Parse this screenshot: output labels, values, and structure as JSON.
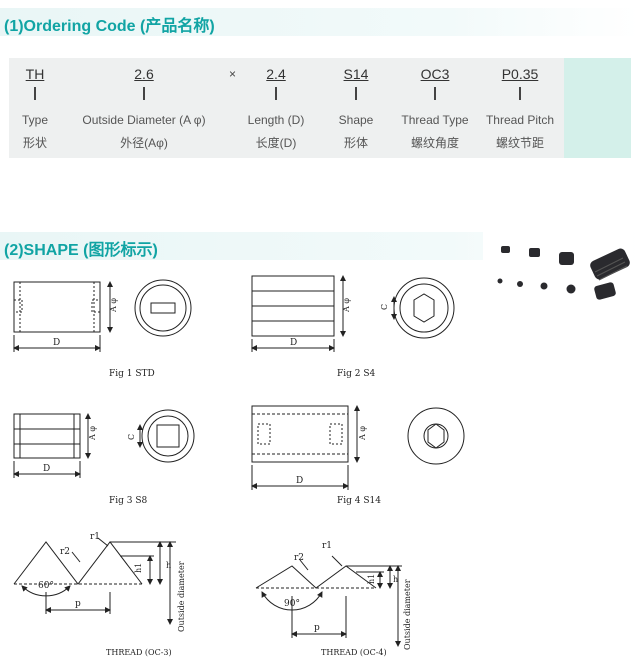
{
  "section1": {
    "title": "(1)Ordering Code (产品名称)"
  },
  "ordering": {
    "times": "×",
    "columns": [
      {
        "code": "TH",
        "en": "Type",
        "cn": "形状"
      },
      {
        "code": "2.6",
        "en": "Outside Diameter (A φ)",
        "cn": "外径(Aφ)"
      },
      {
        "code": "2.4",
        "en": "Length (D)",
        "cn": "长度(D)"
      },
      {
        "code": "S14",
        "en": "Shape",
        "cn": "形体"
      },
      {
        "code": "OC3",
        "en": "Thread Type",
        "cn": "螺纹角度"
      },
      {
        "code": "P0.35",
        "en": "Thread Pitch",
        "cn": "螺纹节距"
      }
    ]
  },
  "section2": {
    "title": "(2)SHAPE (图形标示)"
  },
  "figures": {
    "fig1": "Fig 1 STD",
    "fig2": "Fig 2 S4",
    "fig3": "Fig 3 S8",
    "fig4": "Fig 4 S14",
    "thread_oc3": "THREAD (OC-3)",
    "thread_oc4": "THREAD (OC-4)"
  },
  "dims": {
    "d": "D",
    "aphi": "A φ",
    "c": "C",
    "r1": "r1",
    "r2": "r2",
    "h": "h",
    "h1": "h1",
    "p": "p",
    "angle60": "60°",
    "angle90": "90°",
    "outside_diameter": "Outside diameter"
  },
  "colors": {
    "accent": "#11a4a4",
    "table_bg": "#eef0f0",
    "pane_bg": "#d4f0ea"
  }
}
